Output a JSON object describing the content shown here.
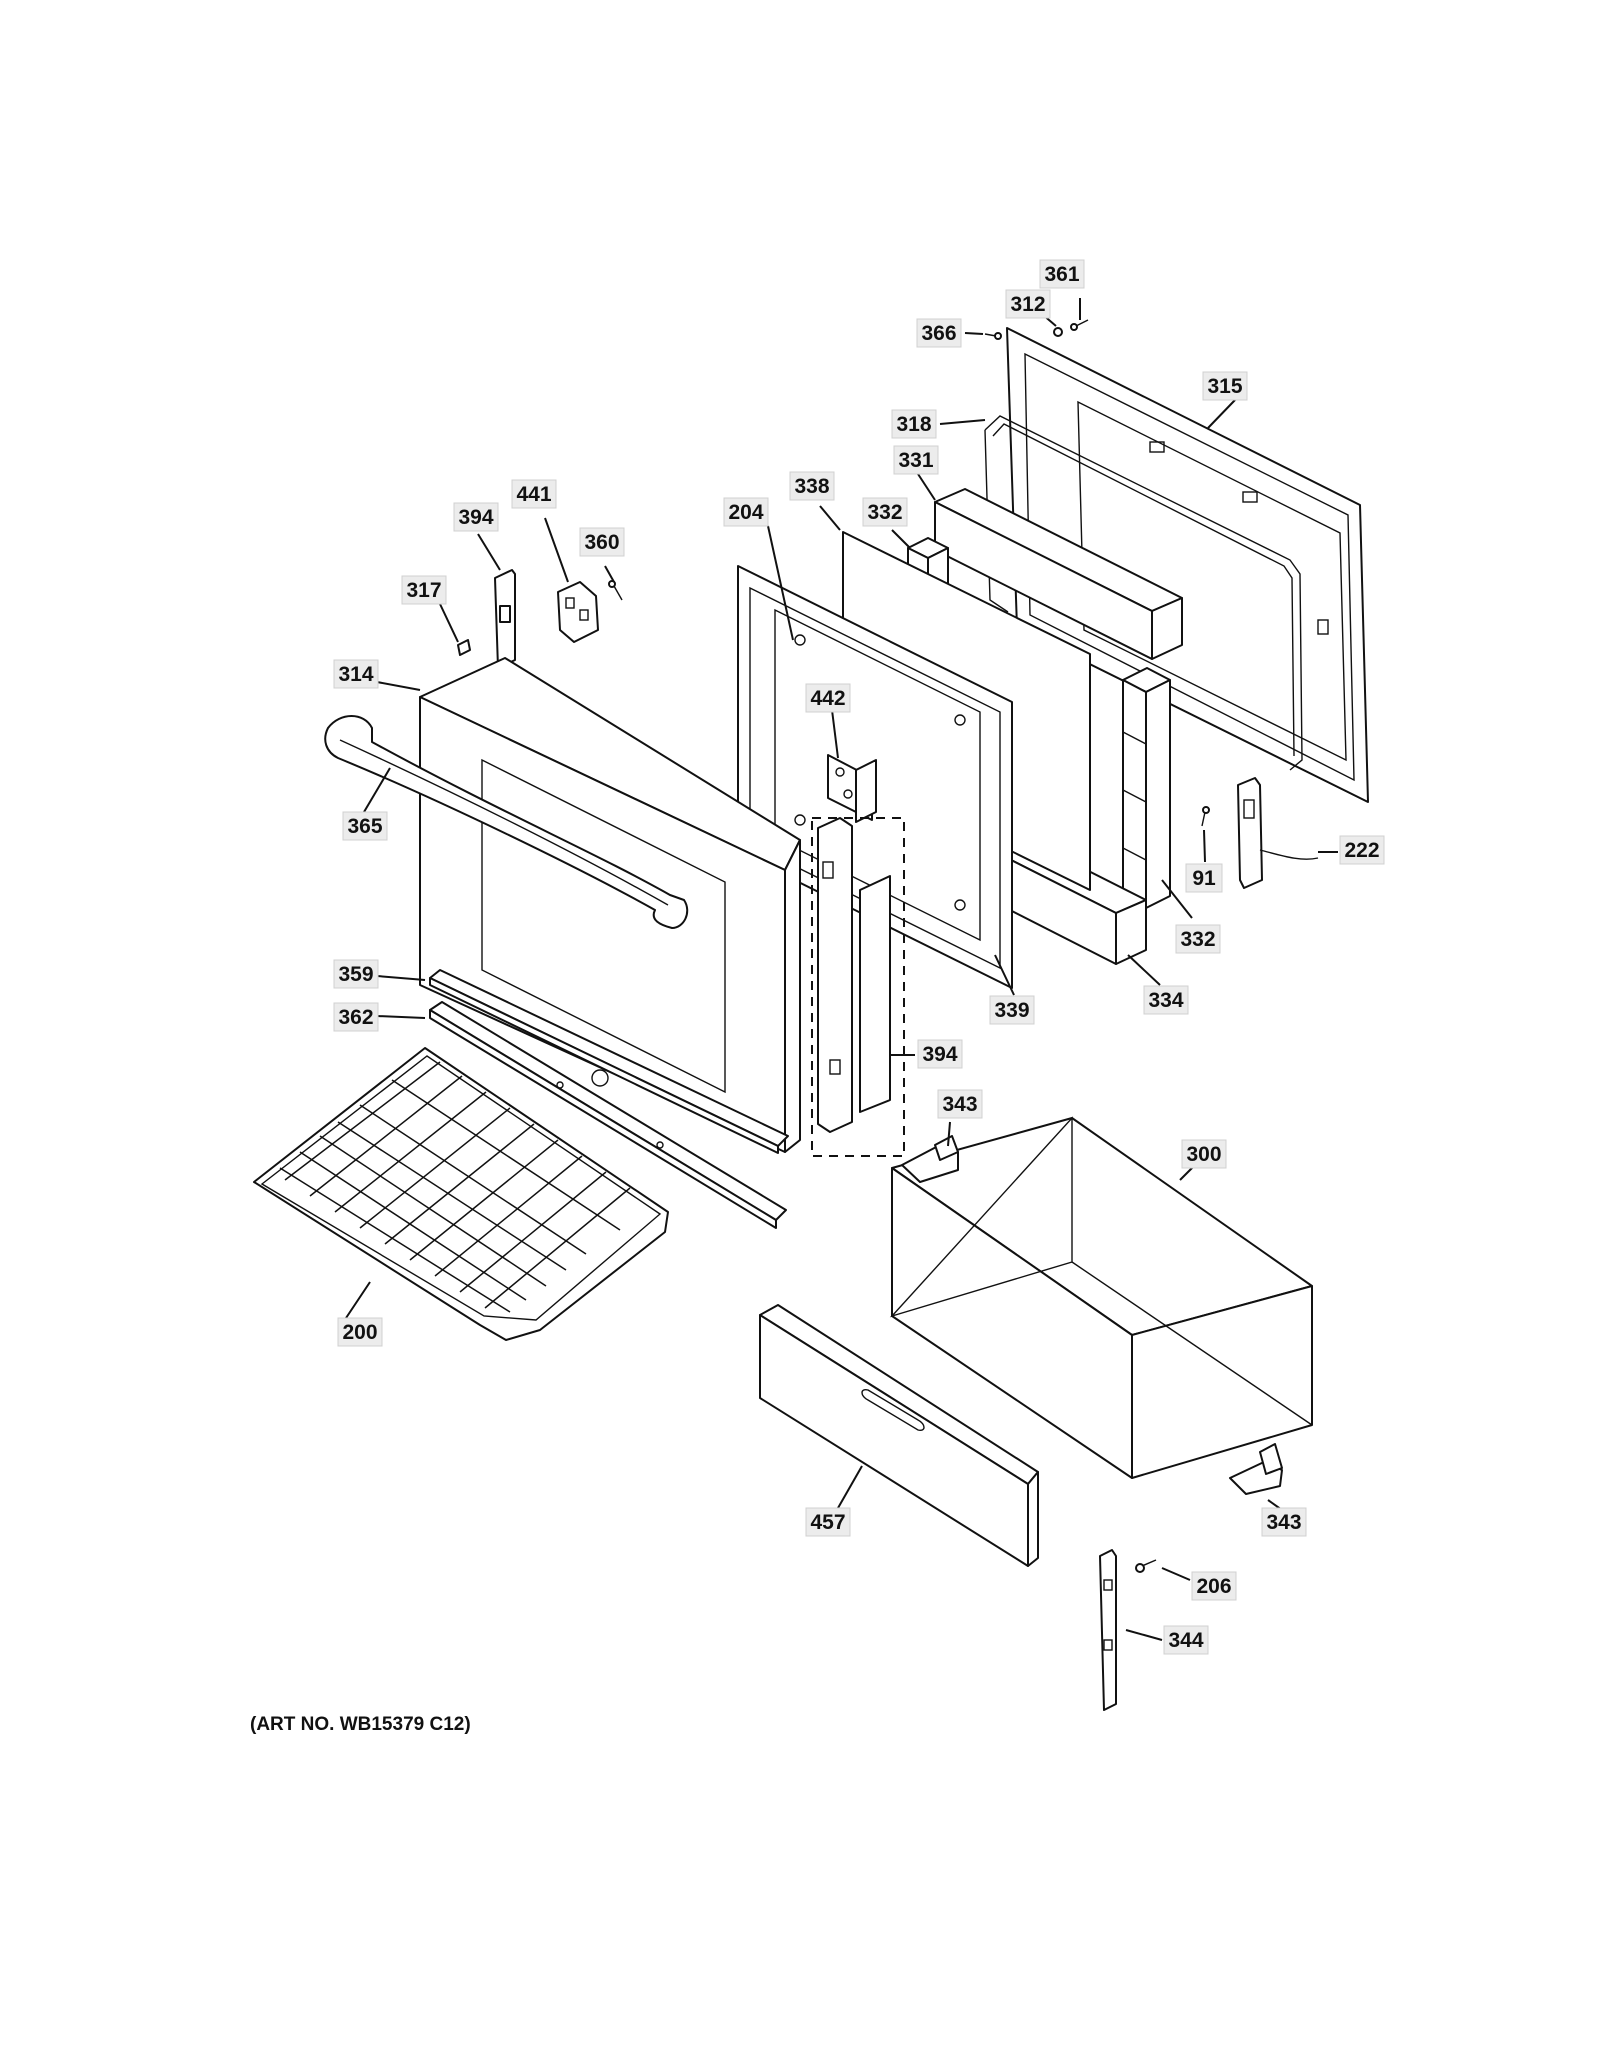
{
  "art_number": "(ART NO. WB15379 C12)",
  "callouts": {
    "c361": "361",
    "c312": "312",
    "c366": "366",
    "c315": "315",
    "c318": "318",
    "c331": "331",
    "c338": "338",
    "c332a": "332",
    "c204": "204",
    "c441": "441",
    "c394a": "394",
    "c360": "360",
    "c317": "317",
    "c314": "314",
    "c442": "442",
    "c365": "365",
    "c222": "222",
    "c91": "91",
    "c332b": "332",
    "c334": "334",
    "c339": "339",
    "c359": "359",
    "c362": "362",
    "c394b": "394",
    "c343a": "343",
    "c300": "300",
    "c200": "200",
    "c457": "457",
    "c343b": "343",
    "c206": "206",
    "c344": "344"
  }
}
